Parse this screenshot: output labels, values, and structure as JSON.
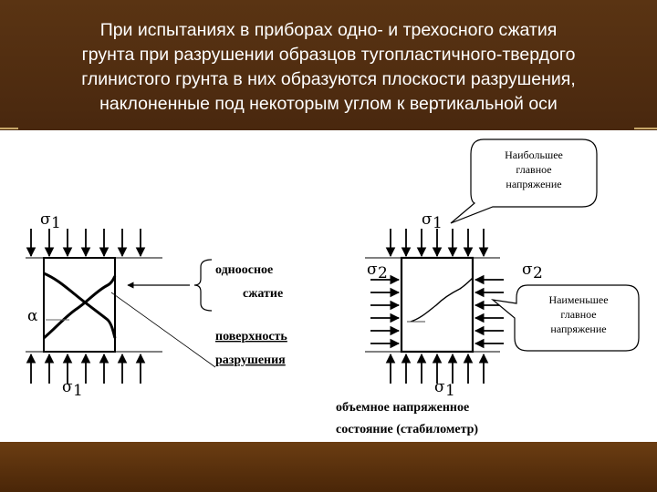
{
  "slide": {
    "title_lines": [
      "При испытаниях в приборах одно- и трехосного сжатия",
      "грунта при разрушении образцов тугопластичного-твердого",
      "глинистого грунта в них образуются плоскости разрушения,",
      "наклоненные под некоторым углом к вертикальной оси"
    ],
    "colors": {
      "background": "#3d1f0b",
      "title_text": "#ffffff",
      "panel": "#ffffff",
      "accent_line": "#c8a76a"
    }
  },
  "left_diagram": {
    "sigma_top": "σ",
    "sigma_top_sub": "1",
    "sigma_bottom": "σ",
    "sigma_bottom_sub": "1",
    "alpha": "α",
    "label_uniaxial_1": "одноосное",
    "label_uniaxial_2": "сжатие",
    "label_surface_1": "поверхность",
    "label_surface_2": "разрушения"
  },
  "right_diagram": {
    "sigma_top": "σ",
    "sigma_top_sub": "1",
    "sigma_bottom": "σ",
    "sigma_bottom_sub": "1",
    "sigma_left": "σ",
    "sigma_left_sub": "2",
    "sigma_right": "σ",
    "sigma_right_sub": "2",
    "callout_major": [
      "Наибольшее",
      "главное",
      "напряжение"
    ],
    "callout_minor": [
      "Наименьшее",
      "главное",
      "напряжение"
    ],
    "caption_1": "объемное напряженное",
    "caption_2": "состояние (стабилометр)"
  }
}
